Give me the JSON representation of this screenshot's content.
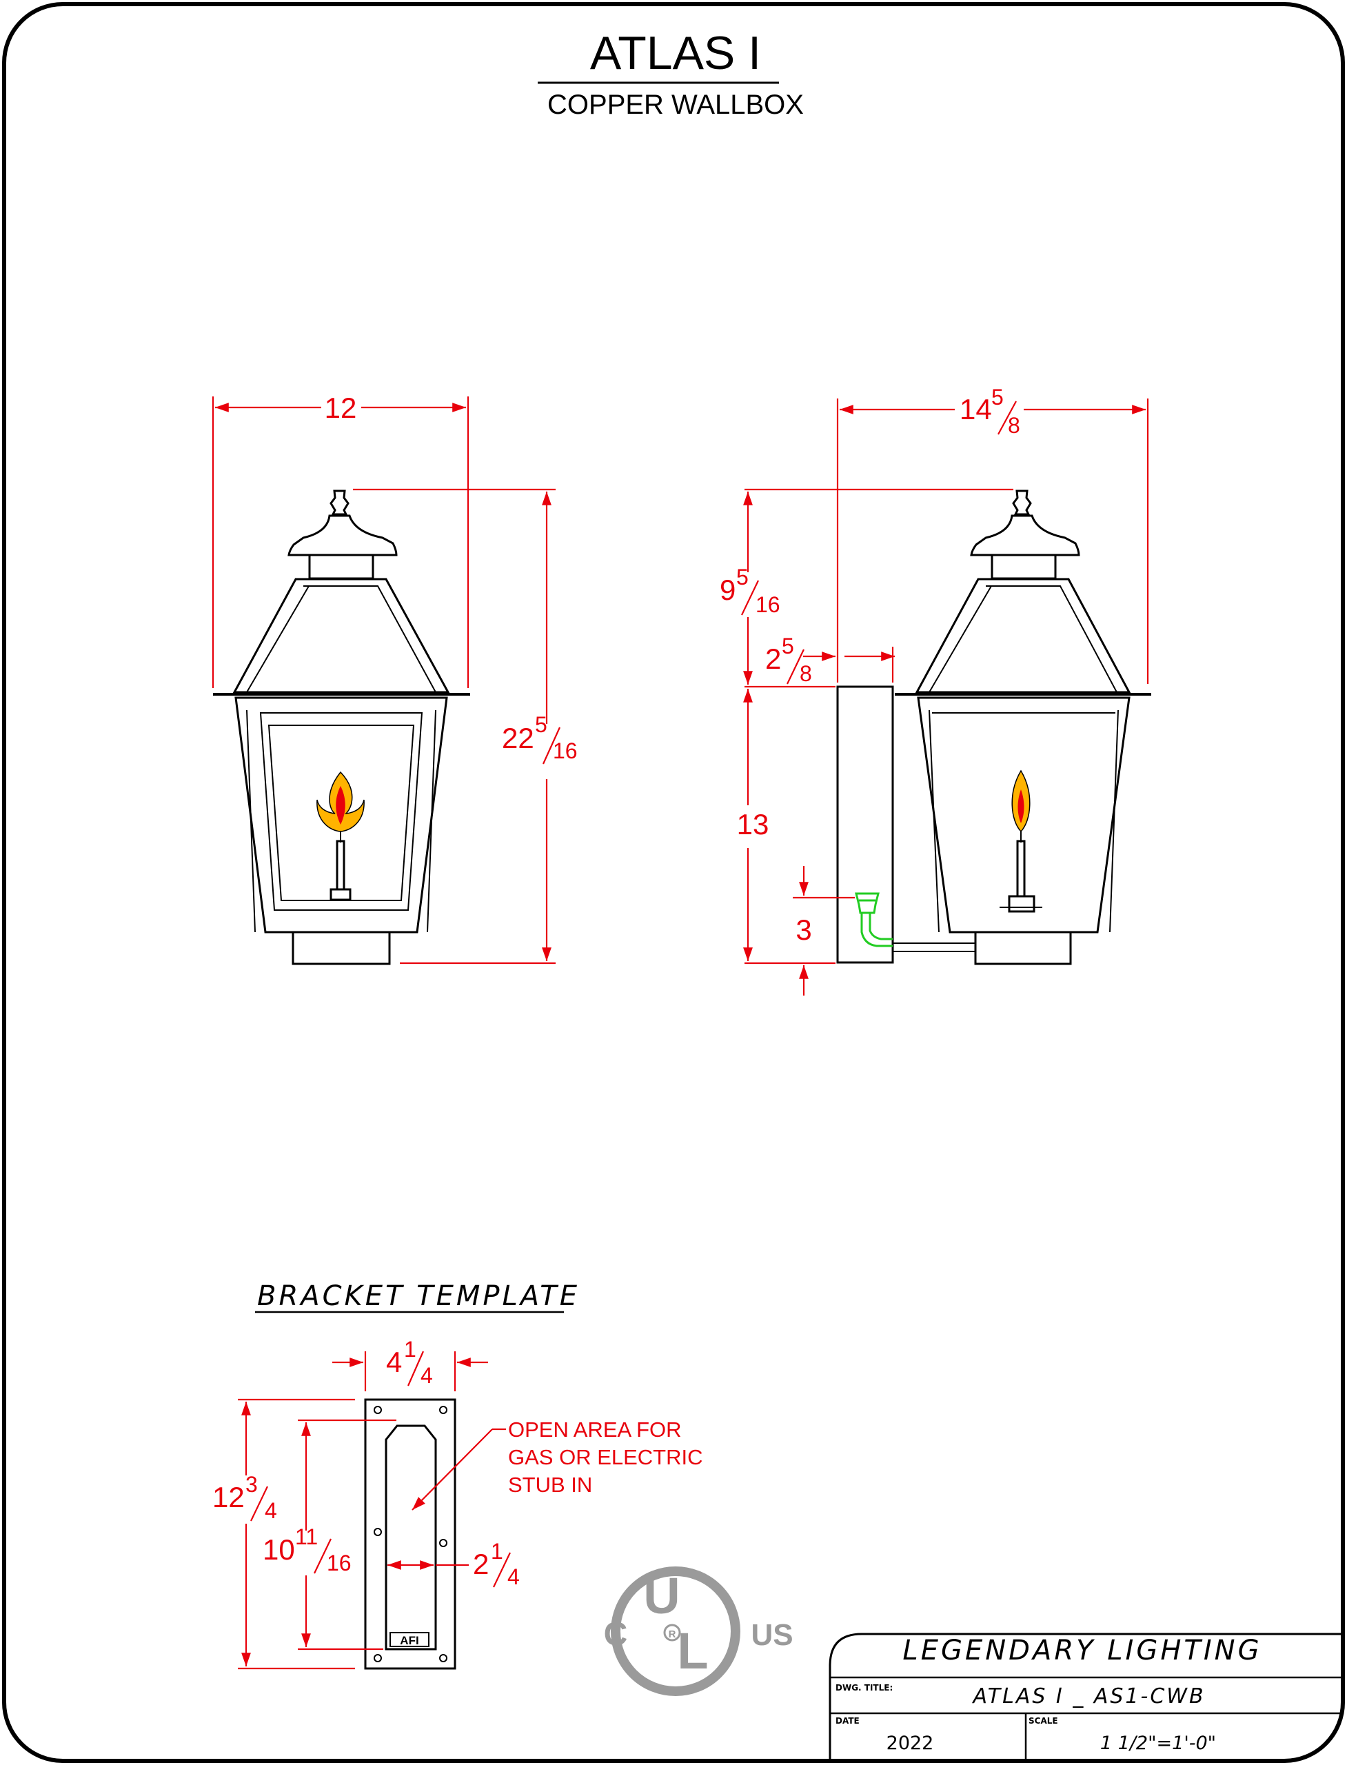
{
  "title": "ATLAS I",
  "subtitle": "COPPER WALLBOX",
  "front_view": {
    "width": {
      "whole": "12"
    },
    "height": {
      "whole": "22",
      "num": "5",
      "den": "16"
    }
  },
  "side_view": {
    "depth": {
      "whole": "14",
      "num": "5",
      "den": "8"
    },
    "top_height": {
      "whole": "9",
      "num": "5",
      "den": "16"
    },
    "box_depth": {
      "whole": "2",
      "num": "5",
      "den": "8"
    },
    "lower_height": {
      "whole": "13"
    },
    "stub_height": {
      "whole": "3"
    }
  },
  "bracket_template": {
    "heading": "BRACKET TEMPLATE",
    "width": {
      "whole": "4",
      "num": "1",
      "den": "4"
    },
    "height": {
      "whole": "12",
      "num": "3",
      "den": "4"
    },
    "opening_height": {
      "whole": "10",
      "num": "11",
      "den": "16"
    },
    "opening_width": {
      "whole": "2",
      "num": "1",
      "den": "4"
    },
    "note": [
      "OPEN AREA FOR",
      "GAS OR ELECTRIC",
      "STUB IN"
    ],
    "plate_logo": "AFI"
  },
  "cert_mark": {
    "c": "C",
    "u": "U",
    "l": "L",
    "us": "US",
    "r": "R"
  },
  "title_block": {
    "company": "LEGENDARY LIGHTING",
    "dwg_title_label": "DWG. TITLE:",
    "dwg_title": "ATLAS I _ AS1-CWB",
    "date_label": "DATE",
    "date": "2022",
    "scale_label": "SCALE",
    "scale": "1 1/2\"=1'-0\""
  },
  "colors": {
    "dimension": "#e8000b",
    "drawing": "#000000",
    "connector": "#22cc22",
    "flame_outer": "#ffb300",
    "flame_inner": "#e8000b",
    "ul_mark": "#9a9a9a"
  }
}
